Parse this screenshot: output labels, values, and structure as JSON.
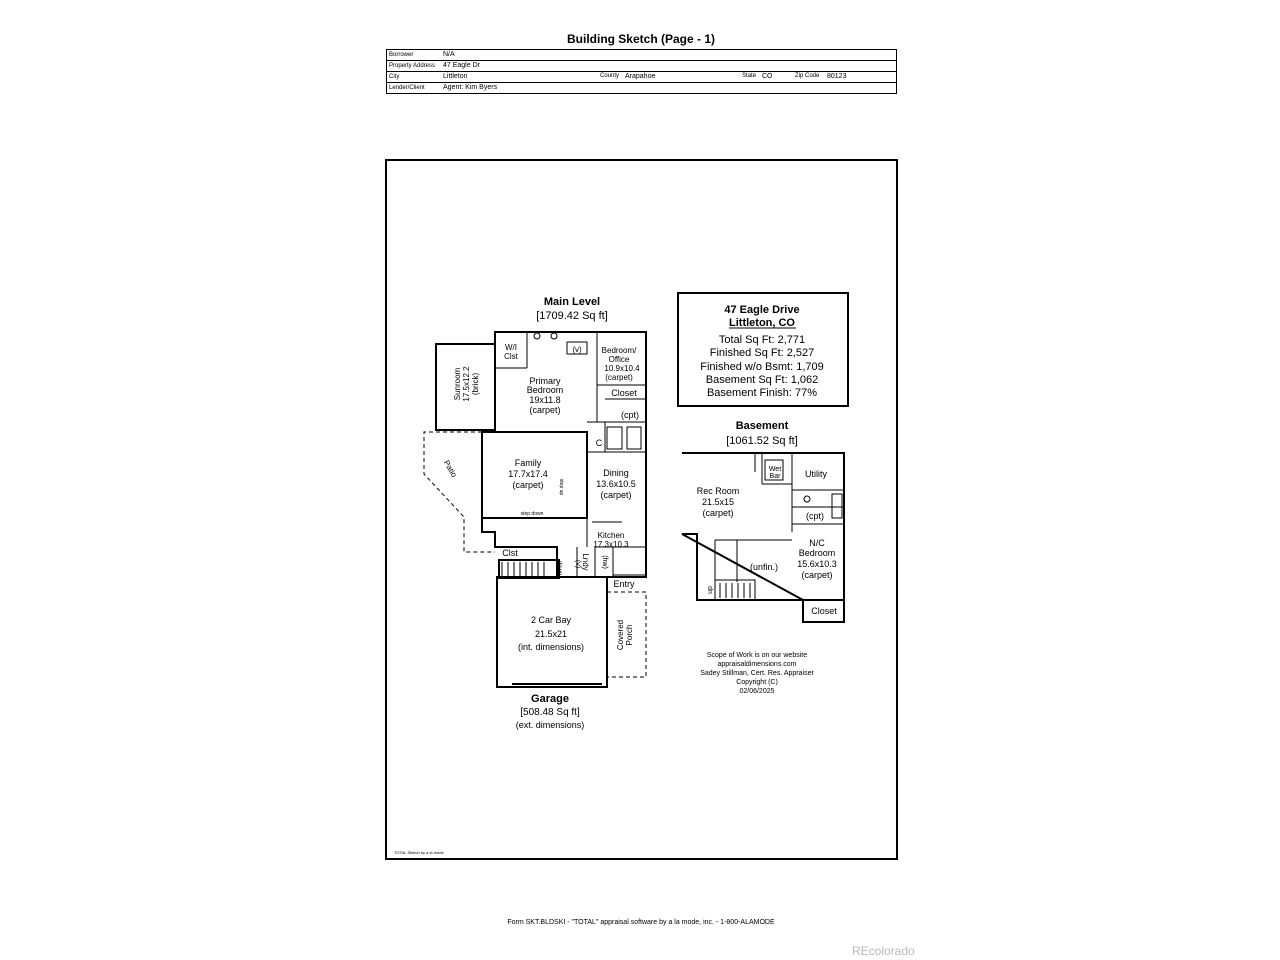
{
  "header": {
    "title": "Building Sketch (Page - 1)",
    "rows": {
      "borrower_label": "Borrower",
      "borrower": "N/A",
      "address_label": "Property Address",
      "address": "47 Eagle Dr",
      "city_label": "City",
      "city": "Littleton",
      "county_label": "County",
      "county": "Arapahoe",
      "state_label": "State",
      "state": "CO",
      "zip_label": "Zip Code",
      "zip": "80123",
      "lender_label": "Lender/Client",
      "lender": "Agent: Kim Byers"
    }
  },
  "summary": {
    "title": "47 Eagle Drive",
    "city": "Littleton, CO",
    "total": "Total Sq Ft: 2,771",
    "finished": "Finished Sq Ft: 2,527",
    "finished_no_bsmt": "Finished w/o Bsmt: 1,709",
    "basement": "Basement Sq Ft: 1,062",
    "basement_finish": "Basement Finish: 77%"
  },
  "main_level": {
    "title": "Main Level",
    "area": "[1709.42 Sq ft]",
    "rooms": {
      "wi_1": "W/I",
      "wi_2": "Clst",
      "v": "(v)",
      "office_1": "Bedroom/",
      "office_2": "Office",
      "office_3": "10.9x10.4",
      "office_4": "(carpet)",
      "sun_1": "Sunroom",
      "sun_2": "17.5x12.2",
      "sun_3": "(brick)",
      "pb_1": "Primary",
      "pb_2": "Bedroom",
      "pb_3": "19x11.8",
      "pb_4": "(carpet)",
      "closet": "Closet",
      "cpt": "(cpt)",
      "c": "C",
      "patio": "Patio",
      "fam_1": "Family",
      "fam_2": "17.7x17.4",
      "fam_3": "(carpet)",
      "step_up": "step up",
      "step_down": "step down",
      "din_1": "Dining",
      "din_2": "13.6x10.5",
      "din_3": "(carpet)",
      "kit_1": "Kitchen",
      "kit_2": "17.3x10.3",
      "clst": "Clst",
      "lndy": "Lndy",
      "down": "down",
      "v2": "(v)",
      "hw": "(hw)",
      "entry": "Entry"
    }
  },
  "garage": {
    "bay_1": "2 Car Bay",
    "bay_2": "21.5x21",
    "bay_3": "(int. dimensions)",
    "porch_1": "Covered",
    "porch_2": "Porch",
    "title": "Garage",
    "area": "[508.48 Sq ft]",
    "note": "(ext. dimensions)"
  },
  "basement": {
    "title": "Basement",
    "area": "[1061.52 Sq ft]",
    "rooms": {
      "wet_1": "Wet",
      "wet_2": "Bar",
      "utility": "Utility",
      "rec_1": "Rec Room",
      "rec_2": "21.5x15",
      "rec_3": "(carpet)",
      "cpt": "(cpt)",
      "unfin": "(unfin.)",
      "nc_1": "N/C",
      "nc_2": "Bedroom",
      "nc_3": "15.6x10.3",
      "nc_4": "(carpet)",
      "up": "up",
      "closet": "Closet"
    }
  },
  "notes": {
    "line1": "Scope of Work is on our website",
    "line2": "appraisaldimensions.com",
    "line3": "Sadey Stillman, Cert. Res. Appraiser",
    "line4": "Copyright (C)",
    "line5": "02/06/2025"
  },
  "small_credit": "TOTAL Sketch by a la mode",
  "footer": "Form SKT.BLDSKI - \"TOTAL\" appraisal software by a la mode, inc. - 1-800-ALAMODE",
  "watermark": "REcolorado"
}
